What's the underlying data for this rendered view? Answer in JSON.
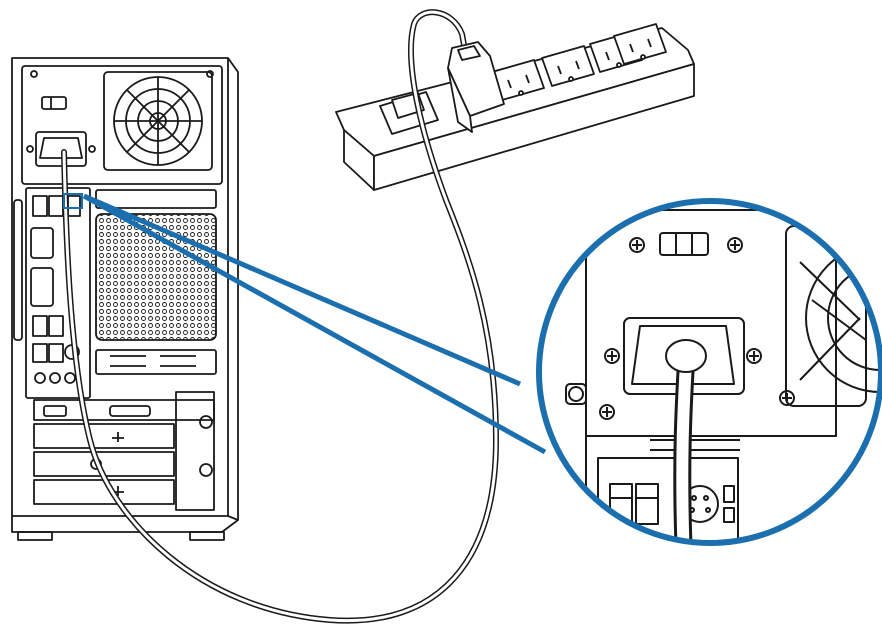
{
  "diagram": {
    "subject": "desktop-power-cable-connection",
    "components": {
      "computer": "pc-tower-rear-panel",
      "power_strip": "power-strip",
      "power_cable": "ac-power-cord",
      "callout": "psu-power-inlet-detail"
    },
    "colors": {
      "line": "#1a1a1a",
      "callout_accent": "#1b6fae",
      "background": "#ffffff"
    },
    "icons": [
      "fan-grill-icon",
      "power-plug-icon",
      "power-inlet-icon",
      "usb-port-icon",
      "ps2-port-icon"
    ]
  }
}
